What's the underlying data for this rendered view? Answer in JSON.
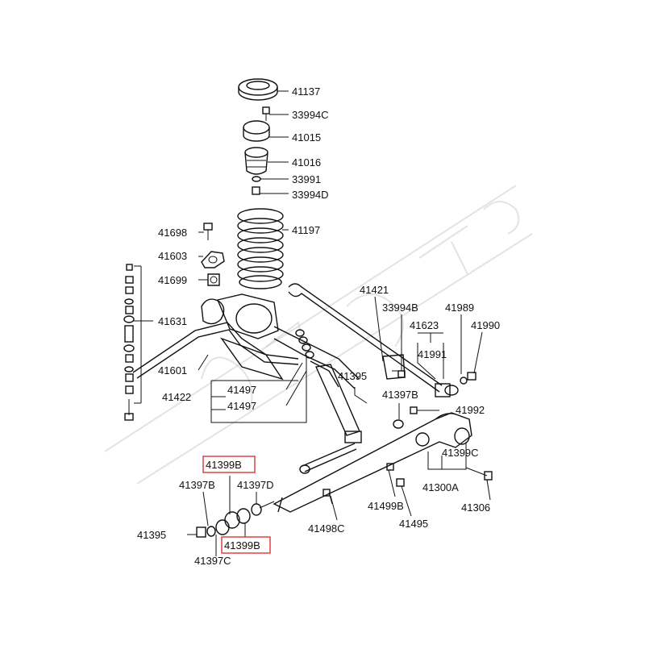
{
  "parts": {
    "p41137": "41137",
    "p33994C": "33994C",
    "p41015": "41015",
    "p41016": "41016",
    "p33991": "33991",
    "p33994D": "33994D",
    "p41698": "41698",
    "p41197": "41197",
    "p41603": "41603",
    "p41699": "41699",
    "p41631": "41631",
    "p41601": "41601",
    "p41422": "41422",
    "p41497a": "41497",
    "p41497b": "41497",
    "p41421": "41421",
    "p33994B": "33994B",
    "p41989": "41989",
    "p41623": "41623",
    "p41990": "41990",
    "p41991": "41991",
    "p41395a": "41395",
    "p41397Ba": "41397B",
    "p41992": "41992",
    "p41399C": "41399C",
    "p41300A": "41300A",
    "p41306": "41306",
    "p41399Ba": "41399B",
    "p41397Bb": "41397B",
    "p41397D": "41397D",
    "p41395b": "41395",
    "p41399Bb": "41399B",
    "p41397C": "41397C",
    "p41498C": "41498C",
    "p41499B": "41499B",
    "p41495": "41495"
  },
  "highlight_color": "#d33333"
}
